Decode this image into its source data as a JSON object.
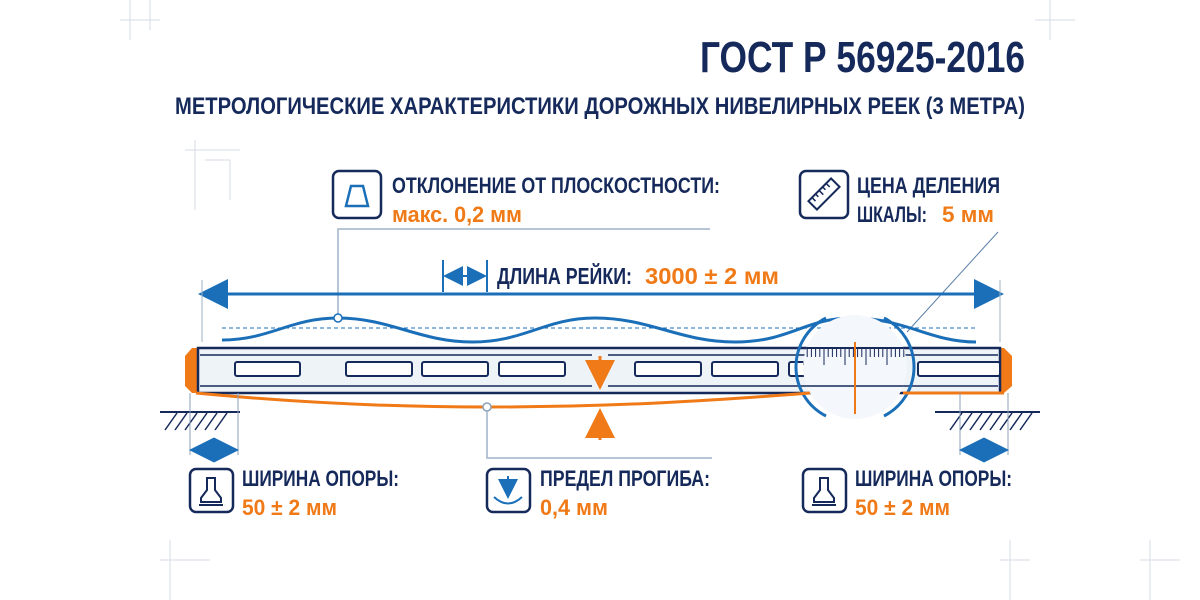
{
  "header": {
    "title": "ГОСТ Р 56925-2016",
    "subtitle": "МЕТРОЛОГИЧЕСКИЕ ХАРАКТЕРИСТИКИ ДОРОЖНЫХ НИВЕЛИРНЫХ РЕЕК (3 МЕТРА)"
  },
  "callouts": {
    "flatness": {
      "label": "ОТКЛОНЕНИЕ ОТ ПЛОСКОСТНОСТИ:",
      "value": "макс. 0,2 мм",
      "icon": "trapezoid-icon"
    },
    "scale": {
      "label_line1": "ЦЕНА ДЕЛЕНИЯ",
      "label_line2": "ШКАЛЫ:",
      "value": "5 мм",
      "icon": "ruler-icon"
    },
    "length": {
      "label": "ДЛИНА РЕЙКИ:",
      "value": "3000 ± 2 мм",
      "icon": "double-arrow-icon"
    },
    "support_left": {
      "label": "ШИРИНА ОПОРЫ:",
      "value": "50 ± 2 мм",
      "icon": "support-icon"
    },
    "deflection": {
      "label": "ПРЕДЕЛ ПРОГИБА:",
      "value": "0,4 мм",
      "icon": "deflection-icon"
    },
    "support_right": {
      "label": "ШИРИНА ОПОРЫ:",
      "value": "50 ± 2 мм",
      "icon": "support-icon"
    }
  },
  "colors": {
    "navy": "#15295a",
    "blue": "#1b6fb8",
    "orange": "#f07a17"
  }
}
